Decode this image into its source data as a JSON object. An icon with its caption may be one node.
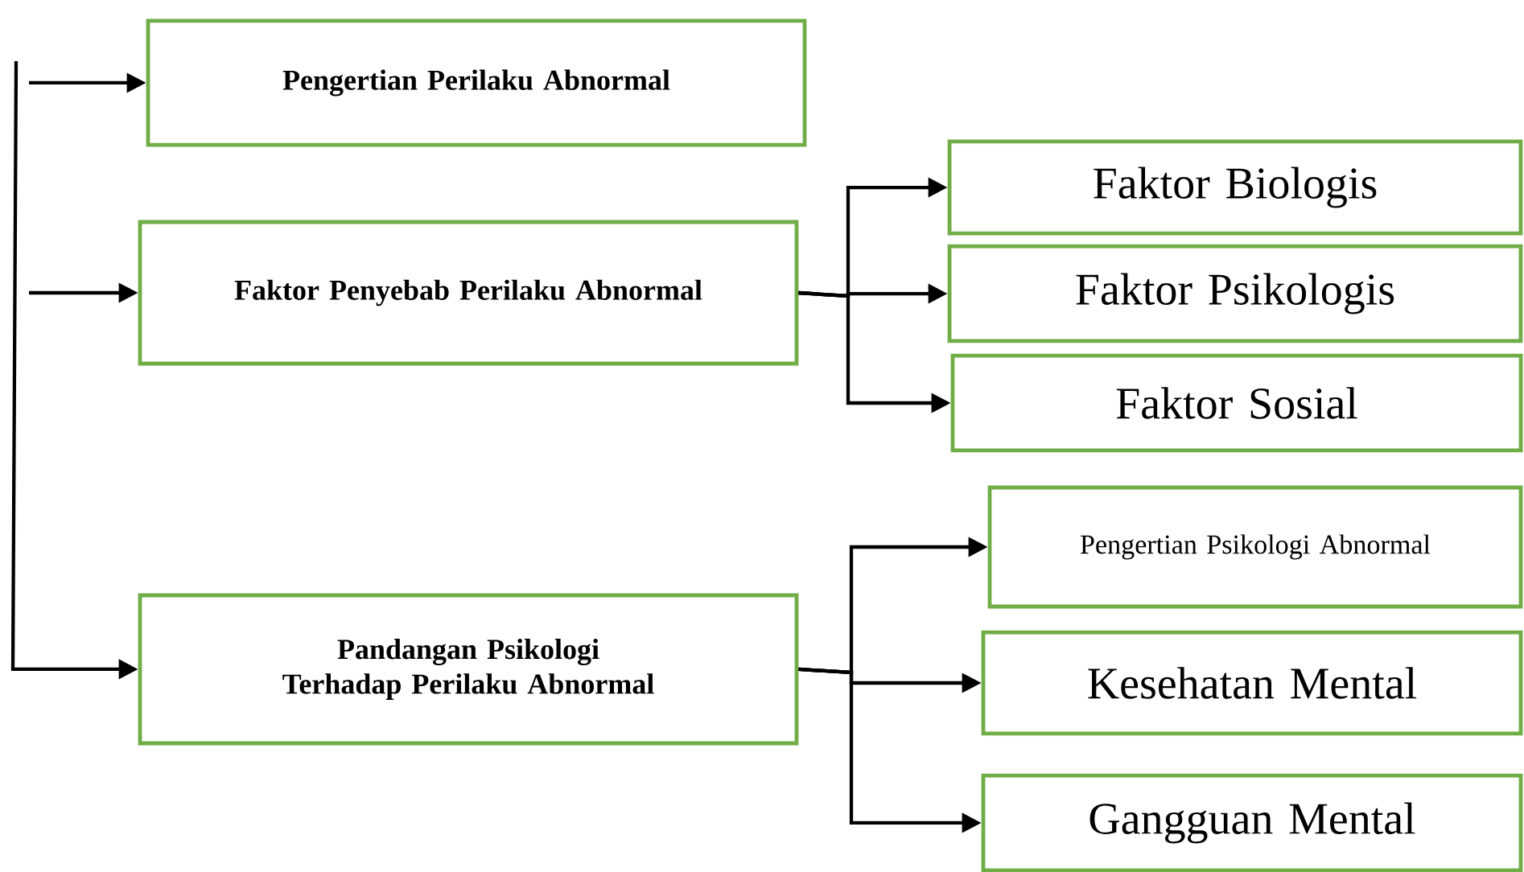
{
  "diagram": {
    "nodes": [
      {
        "text": [
          "Pengertian Perilaku Abnormal"
        ]
      },
      {
        "text": [
          "Faktor Penyebab Perilaku Abnormal"
        ]
      },
      {
        "text": [
          "Pandangan Psikologi Terhadap Perilaku Abnormal"
        ]
      },
      {
        "text": [
          "Faktor Biologis"
        ]
      },
      {
        "text": [
          "Faktor Psikologis"
        ]
      },
      {
        "text": [
          "Faktor Sosial"
        ]
      },
      {
        "text": [
          "Pengertian Psikologi Abnormal"
        ]
      },
      {
        "text": [
          "Kesehatan Mental"
        ]
      },
      {
        "text": [
          "Gangguan Mental"
        ]
      }
    ],
    "edges": [
      {
        "from": null,
        "to": 0,
        "arrow": "to"
      },
      {
        "from": null,
        "to": 1,
        "arrow": "to"
      },
      {
        "from": null,
        "to": 2,
        "arrow": "to"
      },
      {
        "from": 1,
        "to": 3,
        "arrow": "to"
      },
      {
        "from": 1,
        "to": 4,
        "arrow": "to"
      },
      {
        "from": 1,
        "to": 5,
        "arrow": "to"
      },
      {
        "from": 2,
        "to": 6,
        "arrow": "to"
      },
      {
        "from": 2,
        "to": 7,
        "arrow": "to"
      },
      {
        "from": 2,
        "to": 8,
        "arrow": "to"
      }
    ]
  }
}
